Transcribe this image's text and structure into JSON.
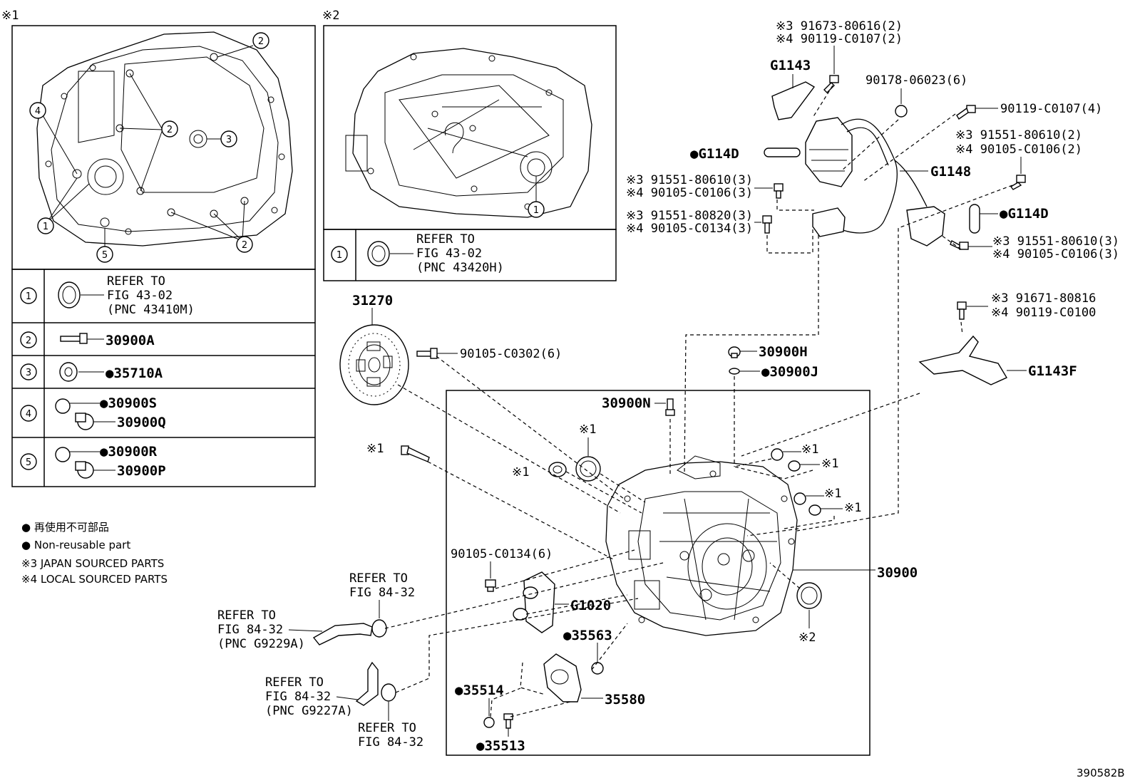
{
  "panels": {
    "panel1_tag": "※1",
    "panel2_tag": "※2"
  },
  "table1": {
    "rows": [
      {
        "num": "1",
        "lines": [
          "REFER TO",
          "FIG 43-02",
          "(PNC 43410M)"
        ]
      },
      {
        "num": "2",
        "label": "30900A"
      },
      {
        "num": "3",
        "label": "●35710A"
      },
      {
        "num": "4",
        "label_a": "●30900S",
        "label_b": "30900Q"
      },
      {
        "num": "5",
        "label_a": "●30900R",
        "label_b": "30900P"
      }
    ]
  },
  "table2": {
    "num": "1",
    "lines": [
      "REFER TO",
      "FIG 43-02",
      "(PNC 43420H)"
    ]
  },
  "panel1_callouts": [
    "2",
    "4",
    "2",
    "3",
    "1",
    "5",
    "2"
  ],
  "panel2_callouts": [
    "1"
  ],
  "legend": {
    "jp_nonreuse": "● 再使用不可部品",
    "en_nonreuse": "● Non-reusable part",
    "note3": "※3 JAPAN SOURCED PARTS",
    "note4": "※4 LOCAL SOURCED PARTS"
  },
  "parts": {
    "p31270": "31270",
    "p90105_c0302": "90105-C0302(6)",
    "star1_bolt": "※1",
    "star1_a": "※1",
    "star1_b": "※1",
    "star1_c": "※1",
    "star1_d": "※1",
    "star1_e": "※1",
    "star1_f": "※1",
    "star2": "※2",
    "p30900N": "30900N",
    "p30900H": "30900H",
    "p30900J": "●30900J",
    "p30900": "30900",
    "p90105_c0134_6": "90105-C0134(6)",
    "pG1020": "G1020",
    "p35563": "●35563",
    "p35514": "●35514",
    "p35580": "35580",
    "p35513": "●35513",
    "ref_a": [
      "REFER TO",
      "FIG 84-32"
    ],
    "ref_b": [
      "REFER TO",
      "FIG 84-32",
      "(PNC G9229A)"
    ],
    "ref_c": [
      "REFER TO",
      "FIG 84-32",
      "(PNC G9227A)"
    ],
    "ref_d": [
      "REFER TO",
      "FIG 84-32"
    ],
    "pG1143": "G1143",
    "p91673": "※3 91673-80616(2)",
    "p90119_2": "※4 90119-C0107(2)",
    "p90178": "90178-06023(6)",
    "p90119_4": "90119-C0107(4)",
    "p91551_2": "※3 91551-80610(2)",
    "p90105_c0106_2": "※4 90105-C0106(2)",
    "pG114D_left": "●G114D",
    "pG1148": "G1148",
    "p91551_3a": "※3 91551-80610(3)",
    "p90105_c0106_3a": "※4 90105-C0106(3)",
    "p91551_820": "※3 91551-80820(3)",
    "p90105_c0134_3": "※4 90105-C0134(3)",
    "pG114D_right": "●G114D",
    "p91551_3b": "※3 91551-80610(3)",
    "p90105_c0106_3b": "※4 90105-C0106(3)",
    "p91671": "※3 91671-80816",
    "p90119_c0100": "※4 90119-C0100",
    "pG1143F": "G1143F"
  },
  "figure_id": "390582B"
}
